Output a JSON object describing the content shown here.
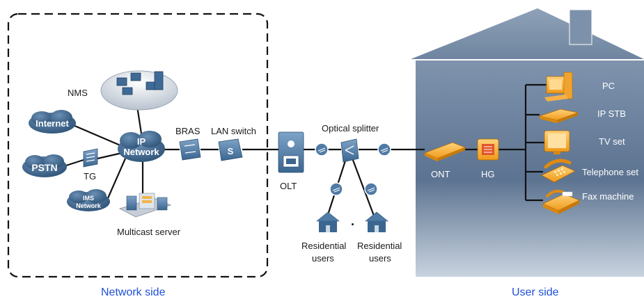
{
  "sides": {
    "network_label": "Network side",
    "user_label": "User side"
  },
  "network": {
    "nms": "NMS",
    "internet": "Internet",
    "ip_network_line1": "IP",
    "ip_network_line2": "Network",
    "pstn": "PSTN",
    "tg": "TG",
    "ims_line1": "IMS",
    "ims_line2": "Network",
    "multicast_server": "Multicast server",
    "bras": "BRAS",
    "lan_switch": "LAN switch",
    "olt": "OLT",
    "splitter_badge": "S"
  },
  "odn": {
    "optical_splitter": "Optical splitter",
    "residential_1_line1": "Residential",
    "residential_1_line2": "users",
    "residential_2_line1": "Residential",
    "residential_2_line2": "users",
    "ellipsis": "."
  },
  "user": {
    "ont": "ONT",
    "hg": "HG",
    "pc": "PC",
    "ip_stb": "IP STB",
    "tv_set": "TV set",
    "telephone": "Telephone set",
    "fax": "Fax machine"
  },
  "colors": {
    "cloud": "#3d6489",
    "device_blue": "#4f7ba6",
    "device_orange": "#f5a623",
    "house_wall": "#5d7592",
    "house_roof": "#8fa3bb",
    "side_label": "#1f4fd6"
  }
}
